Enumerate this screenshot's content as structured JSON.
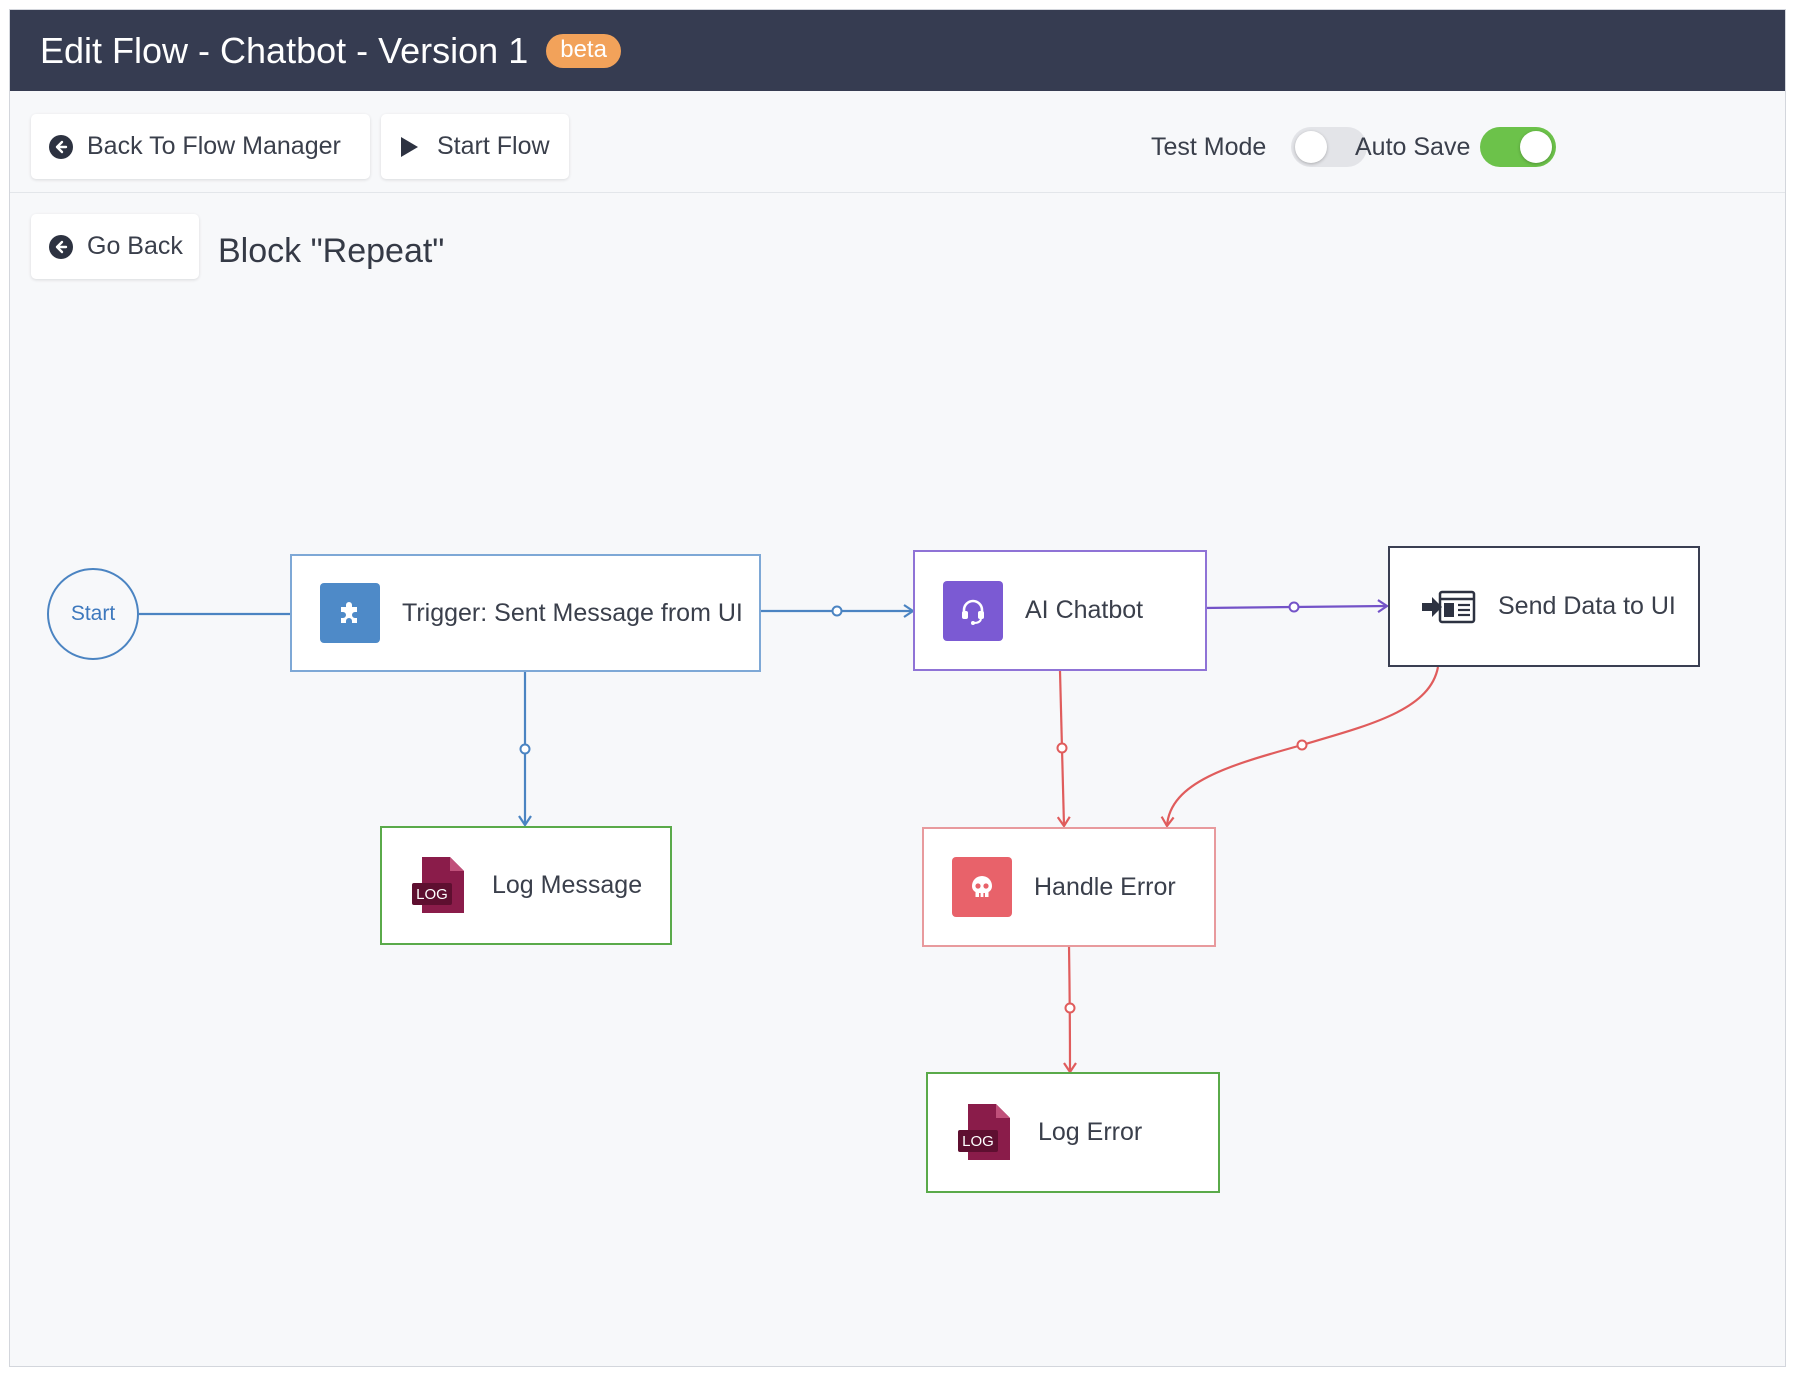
{
  "header": {
    "title": "Edit Flow - Chatbot - Version 1",
    "badge": "beta"
  },
  "toolbar": {
    "back_button_label": "Back To Flow Manager",
    "start_button_label": "Start Flow",
    "test_mode": {
      "label": "Test Mode",
      "enabled": false
    },
    "auto_save": {
      "label": "Auto Save",
      "enabled": true
    }
  },
  "subheader": {
    "go_back_label": "Go Back",
    "block_title": "Block \"Repeat\""
  },
  "flow": {
    "start_label": "Start",
    "nodes": {
      "trigger": {
        "label": "Trigger: Sent Message from UI",
        "icon": "puzzle-icon",
        "color": "#4e8ac8"
      },
      "log_message": {
        "label": "Log Message",
        "icon": "log-file-icon",
        "color": "#8a1c4a"
      },
      "ai_chatbot": {
        "label": "AI Chatbot",
        "icon": "headset-icon",
        "color": "#7b5ad3"
      },
      "handle_error": {
        "label": "Handle Error",
        "icon": "skull-icon",
        "color": "#e8626a"
      },
      "send_data": {
        "label": "Send Data to UI",
        "icon": "send-to-window-icon",
        "color": "#2d3241"
      },
      "log_error": {
        "label": "Log Error",
        "icon": "log-file-icon",
        "color": "#8a1c4a"
      }
    },
    "log_icon_text": "LOG"
  },
  "colors": {
    "header_bg": "#363c51",
    "badge_bg": "#f2a25a",
    "blue_edge": "#4b84c2",
    "purple_edge": "#7453c8",
    "red_edge": "#e05c5c",
    "green_border": "#5aaa4a",
    "toggle_on": "#6cc24a"
  }
}
